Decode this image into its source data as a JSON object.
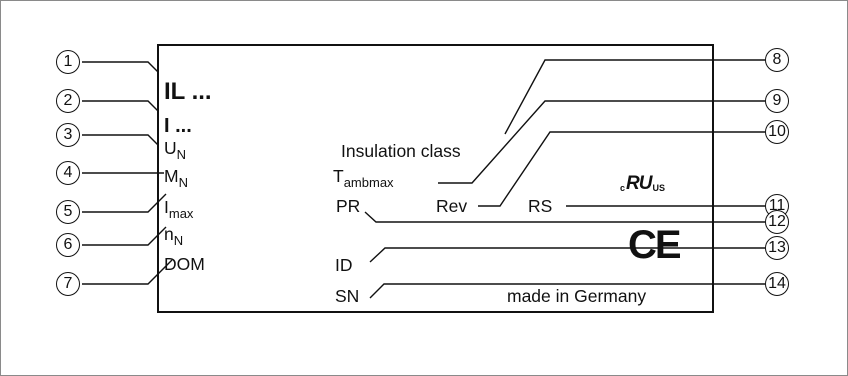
{
  "callouts": [
    "1",
    "2",
    "3",
    "4",
    "5",
    "6",
    "7",
    "8",
    "9",
    "10",
    "11",
    "12",
    "13",
    "14"
  ],
  "plate": {
    "model": "IL ...",
    "type": "I ...",
    "un_main": "U",
    "un_sub": "N",
    "mn_main": "M",
    "mn_sub": "N",
    "imax_main": "I",
    "imax_sub": "max",
    "nn_main": "n",
    "nn_sub": "N",
    "dom": "DOM",
    "insulation": "Insulation class",
    "tamb_main": "T",
    "tamb_sub": "ambmax",
    "pr": "PR",
    "rev": "Rev",
    "rs": "RS",
    "id": "ID",
    "sn": "SN",
    "made_in": "made in Germany",
    "ul_c": "c",
    "ul_mark": "RU",
    "ul_us": "US",
    "ce_mark": "CE"
  }
}
